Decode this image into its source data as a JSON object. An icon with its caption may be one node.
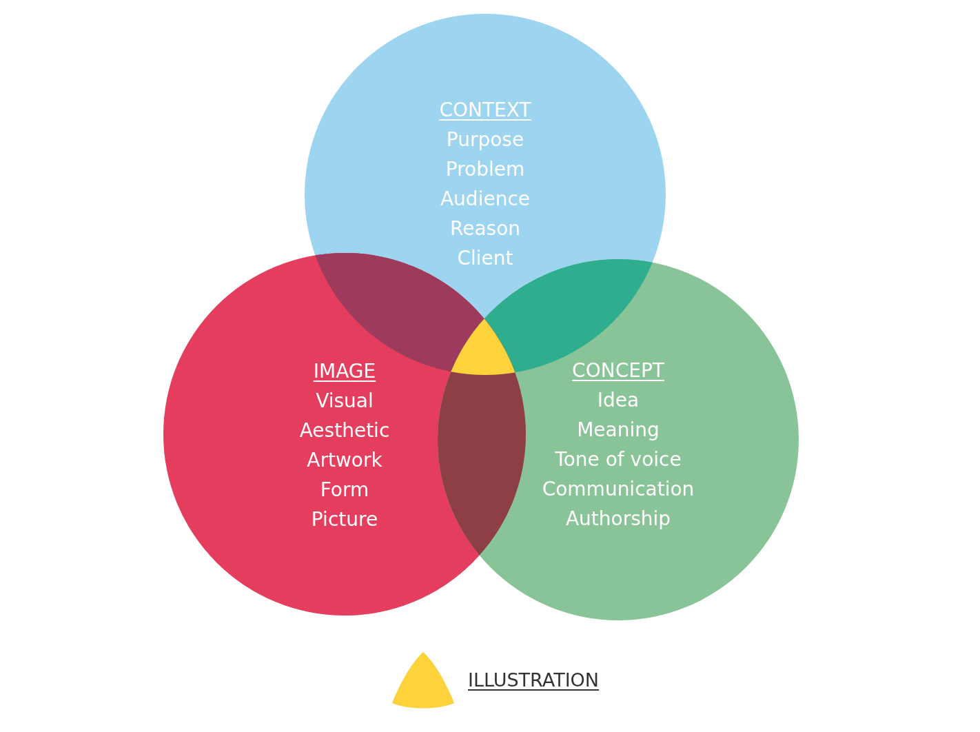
{
  "diagram": {
    "nodes": [
      {
        "text": [
          "CONTEXT",
          "Purpose",
          "Problem",
          "Audience",
          "Reason",
          "Client"
        ]
      },
      {
        "text": [
          "IMAGE",
          "Visual",
          "Aesthetic",
          "Artwork",
          "Form",
          "Picture"
        ]
      },
      {
        "text": [
          "CONCEPT",
          "Idea",
          "Meaning",
          "Tone of voice",
          "Communication",
          "Authorship"
        ]
      }
    ],
    "legend": [
      {
        "text": "ILLUSTRATION",
        "color": "#fdd23a"
      }
    ]
  }
}
